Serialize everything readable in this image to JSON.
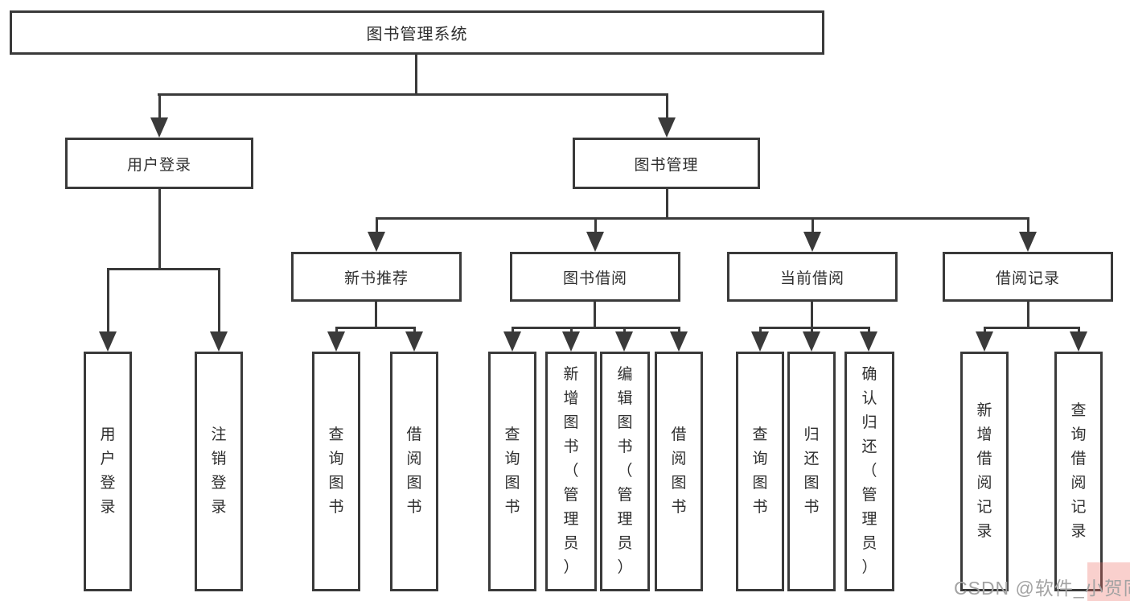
{
  "diagram": {
    "title_node": {
      "label": "图书管理系统"
    },
    "level2": [
      {
        "label": "用户登录"
      },
      {
        "label": "图书管理"
      }
    ],
    "level3": [
      {
        "label": "新书推荐"
      },
      {
        "label": "图书借阅"
      },
      {
        "label": "当前借阅"
      },
      {
        "label": "借阅记录"
      }
    ],
    "leaves": {
      "user": [
        "用户登录",
        "注销登录"
      ],
      "newbook": [
        "查询图书",
        "借阅图书"
      ],
      "borrow": [
        "查询图书",
        "新增图书（管理员）",
        "编辑图书（管理员）",
        "借阅图书"
      ],
      "current": [
        "查询图书",
        "归还图书",
        "确认归还（管理员）"
      ],
      "records": [
        "新增借阅记录",
        "查询借阅记录"
      ]
    },
    "colors": {
      "line": "#3a3a3a",
      "box_fill": "#ffffff",
      "text": "#2e2e2e",
      "watermark": "#a3a3a3"
    }
  },
  "watermark": {
    "text": "CSDN @软件_小贺同学"
  }
}
